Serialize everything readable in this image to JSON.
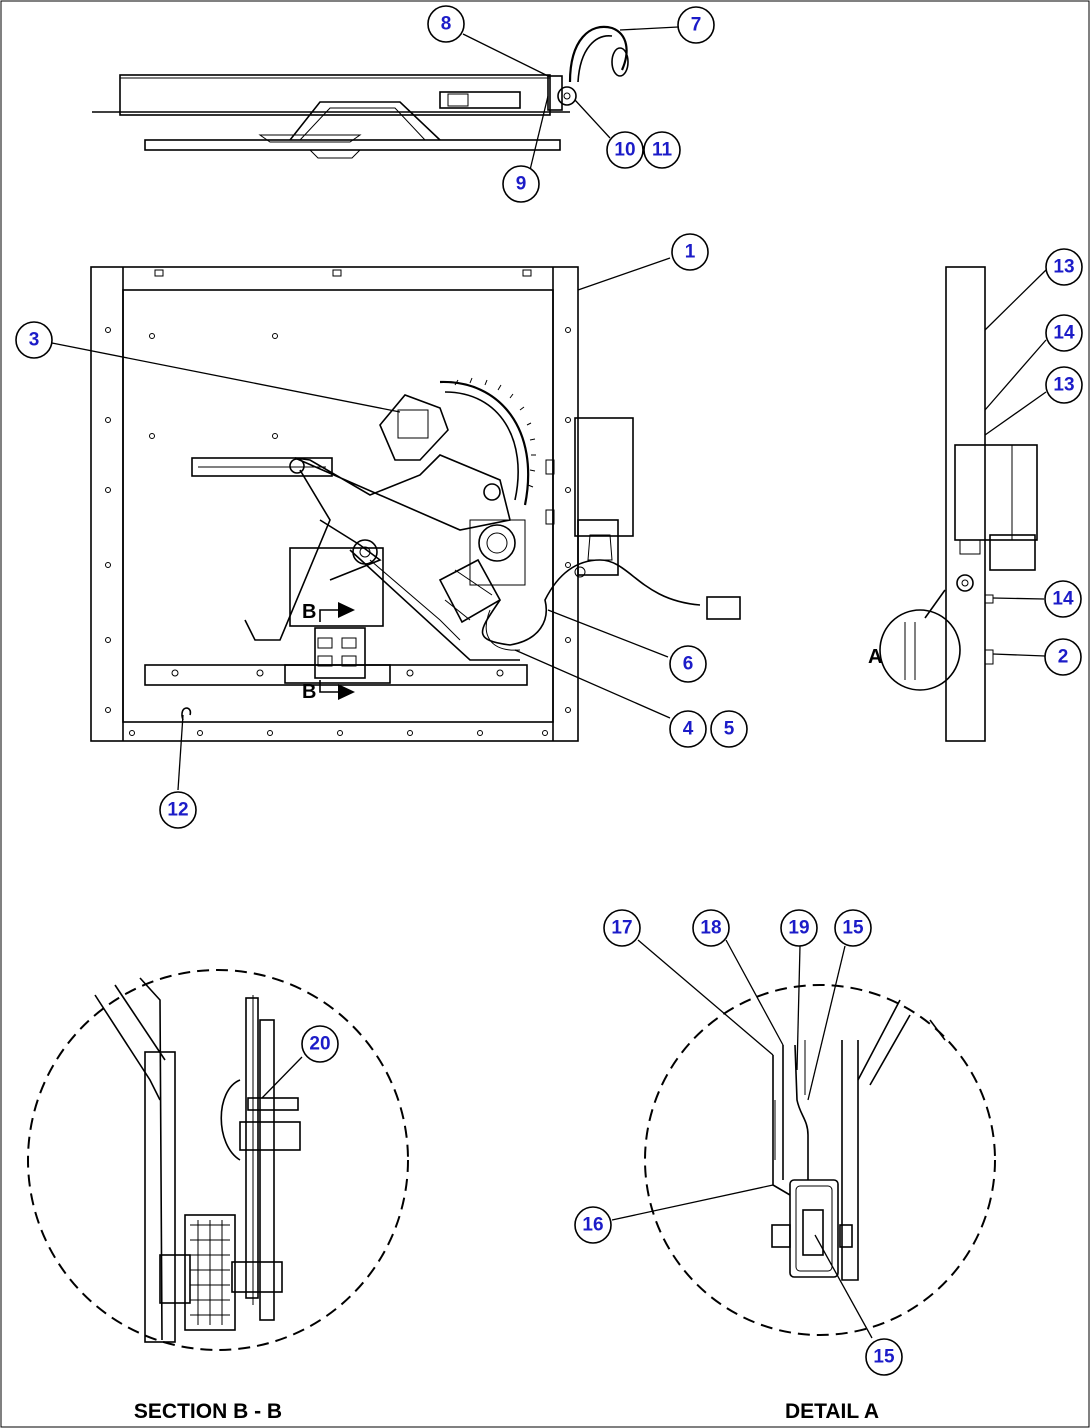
{
  "callouts": [
    "1",
    "2",
    "3",
    "4",
    "5",
    "6",
    "7",
    "8",
    "9",
    "10",
    "11",
    "12",
    "13",
    "14",
    "13",
    "14",
    "15",
    "15",
    "16",
    "17",
    "18",
    "19",
    "20"
  ],
  "captions": {
    "section_bb": "SECTION B - B",
    "detail_a": "DETAIL A"
  },
  "markers": {
    "section_b_top": "B",
    "section_b_bottom": "B",
    "detail_a": "A"
  }
}
